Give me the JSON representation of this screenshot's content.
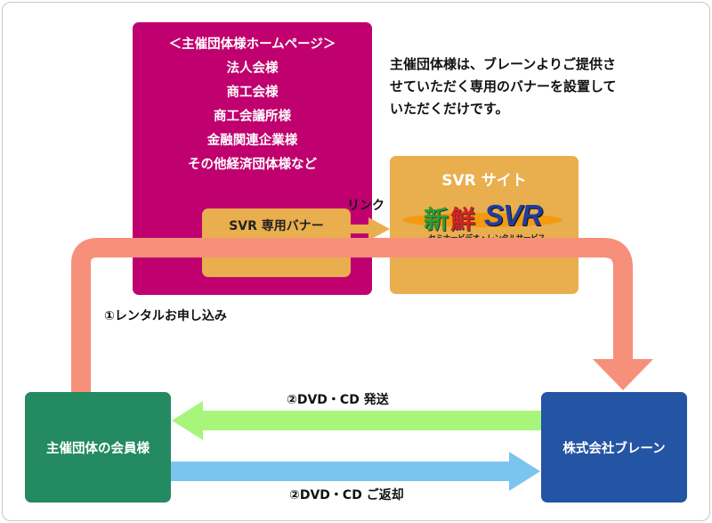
{
  "host_box": {
    "lines": [
      "＜主催団体様ホームページ＞",
      "法人会様",
      "商工会様",
      "商工会議所様",
      "金融関連企業様",
      "その他経済団体様など"
    ],
    "banner_label": "SVR 専用バナー",
    "color": "#c0006e"
  },
  "link_label": "リンク",
  "svr_site": {
    "title": "SVR サイト",
    "logo": {
      "char1": "新",
      "char2": "鮮",
      "brand": "SVR",
      "subtitle": "セミナービデオ・レンタルサービス"
    },
    "color": "#e9ae4d"
  },
  "description": [
    "主催団体様は、ブレーンよりご提供さ",
    "せていただく専用のバナーを設置して",
    "いただくだけです。"
  ],
  "nodes": {
    "member": {
      "label": "主催団体の会員様",
      "color": "#238a62"
    },
    "brain": {
      "label": "株式会社ブレーン",
      "color": "#2454a4"
    }
  },
  "flows": {
    "apply": {
      "label": "①レンタルお申し込み",
      "color": "#f6907a"
    },
    "ship": {
      "label": "②DVD・CD 発送",
      "color": "#a8f57c"
    },
    "return": {
      "label": "②DVD・CD ご返却",
      "color": "#7cc4f0"
    }
  }
}
